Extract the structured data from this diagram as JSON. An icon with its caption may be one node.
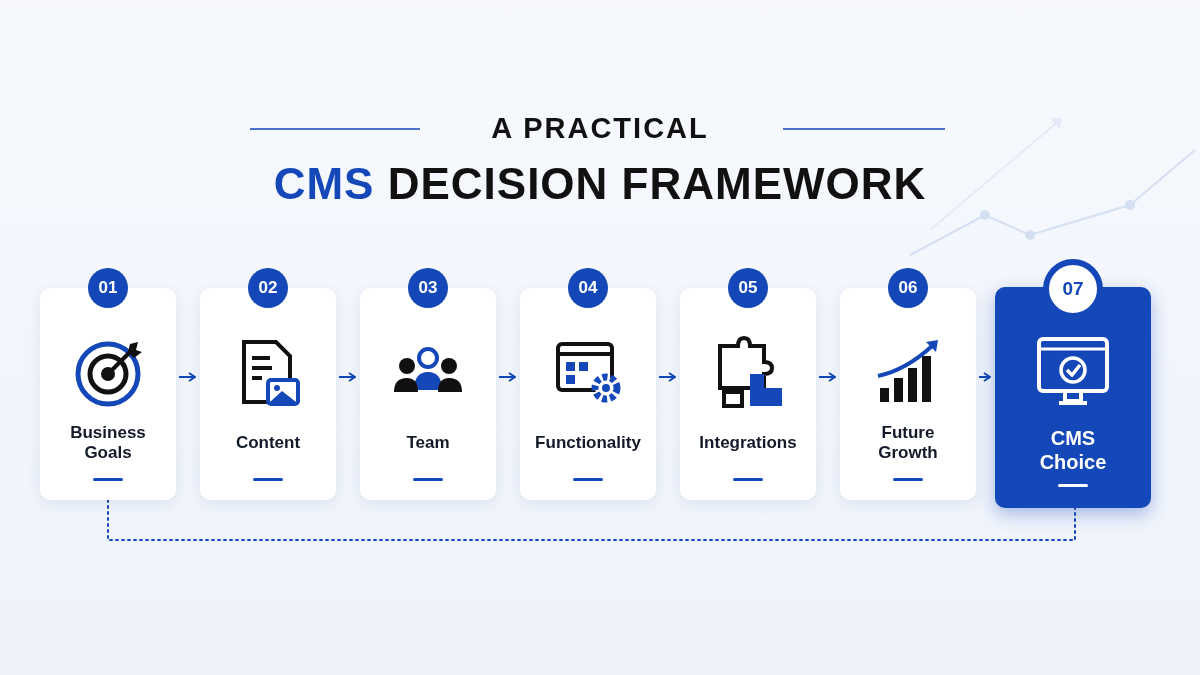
{
  "diagram": {
    "title": "A PRACTICAL CMS DECISION FRAMEWORK",
    "nodes": [
      {
        "text": [
          "01",
          "Business Goals"
        ]
      },
      {
        "text": [
          "02",
          "Content"
        ]
      },
      {
        "text": [
          "03",
          "Team"
        ]
      },
      {
        "text": [
          "04",
          "Functionality"
        ]
      },
      {
        "text": [
          "05",
          "Integrations"
        ]
      },
      {
        "text": [
          "06",
          "Future Growth"
        ]
      },
      {
        "text": [
          "07",
          "CMS Choice"
        ]
      }
    ],
    "edges": [
      {
        "from": 0,
        "to": 1,
        "arrow": "to"
      },
      {
        "from": 1,
        "to": 2,
        "arrow": "to"
      },
      {
        "from": 2,
        "to": 3,
        "arrow": "to"
      },
      {
        "from": 3,
        "to": 4,
        "arrow": "to"
      },
      {
        "from": 4,
        "to": 5,
        "arrow": "to"
      },
      {
        "from": 5,
        "to": 6,
        "arrow": "to"
      },
      {
        "from": 0,
        "to": 6,
        "arrow": "none",
        "style": "dashed"
      }
    ]
  }
}
